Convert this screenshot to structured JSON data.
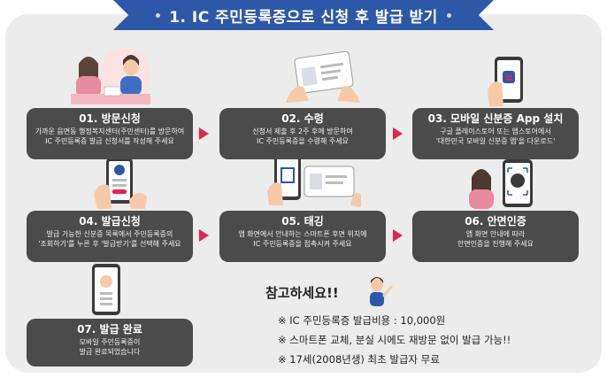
{
  "title": "1. IC 주민등록증으로 신청 후 발급 받기",
  "steps": [
    {
      "title": "01. 방문신청",
      "desc1": "가까운 읍면동 행정복지센터(주민센터)를 방문하여",
      "desc2": "IC 주민등록증 발급 신청서를 작성해 주세요"
    },
    {
      "title": "02. 수령",
      "desc1": "신청서 제출 후 2주 후에 방문하여",
      "desc2": "IC 주민등록증을 수령해 주세요"
    },
    {
      "title": "03. 모바일 신분증 App 설치",
      "desc1": "구글 플레이스토어 또는 앱스토어에서",
      "desc2": "'대한민국 모바일 신분증 앱'을 다운로드'"
    },
    {
      "title": "04. 발급신청",
      "desc1": "발급 가능한 신분증 목록에서 주민등록증의",
      "desc2": "'조회하기'를 누른 후 '발급받기'를 선택해 주세요"
    },
    {
      "title": "05. 태깅",
      "desc1": "앱 화면에서 안내하는 스마트폰 후면 위치에",
      "desc2": "IC 주민등록증을 접촉시켜 주세요"
    },
    {
      "title": "06. 안면인증",
      "desc1": "앱 화면 안내에 따라",
      "desc2": "안면인증을 진행해 주세요"
    },
    {
      "title": "07. 발급 완료",
      "desc1": "모바일 주민등록증이",
      "desc2": "발급 완료되었습니다"
    }
  ],
  "notes": {
    "heading": "참고하세요!!",
    "lines": [
      "※ IC 주민등록증 발급비용 : 10,000원",
      "※ 스마트폰 교체, 분실 시에도 재방문 없이 발급 가능!!",
      "※ 17세(2008년생) 최초 발급자 무료"
    ]
  },
  "colors": {
    "title_bg": "#2d58a8",
    "step_bg": "#4b4b4b",
    "arrow": "#e0254e",
    "panel": "#ececec"
  }
}
